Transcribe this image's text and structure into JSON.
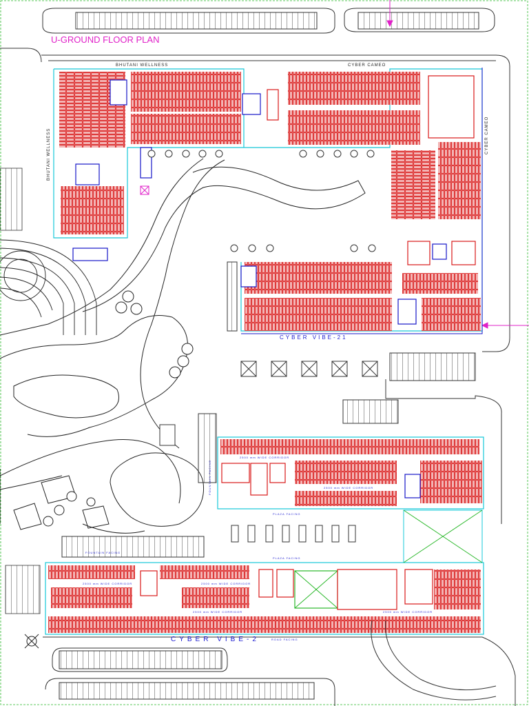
{
  "title": "U-GROUND FLOOR PLAN",
  "labels": {
    "bhutani_wellness_top": "BHUTANI WELLNESS",
    "cyber_cameo_top": "CYBER CAMEO",
    "bhutani_wellness_side": "BHUTANI WELLNESS",
    "cyber_cameo_side": "CYBER CAMEO",
    "cyber_vibe_21": "CYBER VIBE-21",
    "fountain_facing": "FOUNTAIN FACING",
    "fountain_facing_2": "FOUNTAIN FACING",
    "plaza_facing_1": "PLAZA FACING",
    "plaza_facing_2": "PLAZA FACING",
    "cyber_vibe_2": "CYBER VIBE-2",
    "road_facing": "ROAD FACING",
    "corridor": "2500 mm WIDE CORRIDOR"
  },
  "colors": {
    "shop_outline": "#d81818",
    "shop_fill": "#f4b8b8",
    "boundary": "#16c8d8",
    "service": "#1616c8",
    "linework": "#333333",
    "annotation": "#e020c8",
    "landscape": "#222222"
  },
  "icons": [
    "north-arrow-icon",
    "section-arrow-icon"
  ]
}
